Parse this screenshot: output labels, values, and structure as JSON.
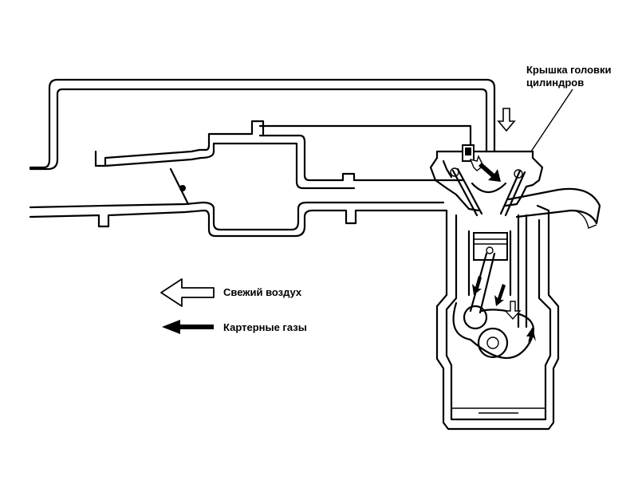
{
  "labels": {
    "cover_line1": "Крышка головки",
    "cover_line2": "цилиндров",
    "fresh_air": "Свежий воздух",
    "crankcase_gases": "Картерные газы"
  },
  "colors": {
    "ink": "#000000",
    "background": "#ffffff"
  },
  "icons": {
    "fresh_air_arrow": "hollow-left-arrow-icon",
    "crankcase_gas_arrow": "solid-left-arrow-icon"
  }
}
